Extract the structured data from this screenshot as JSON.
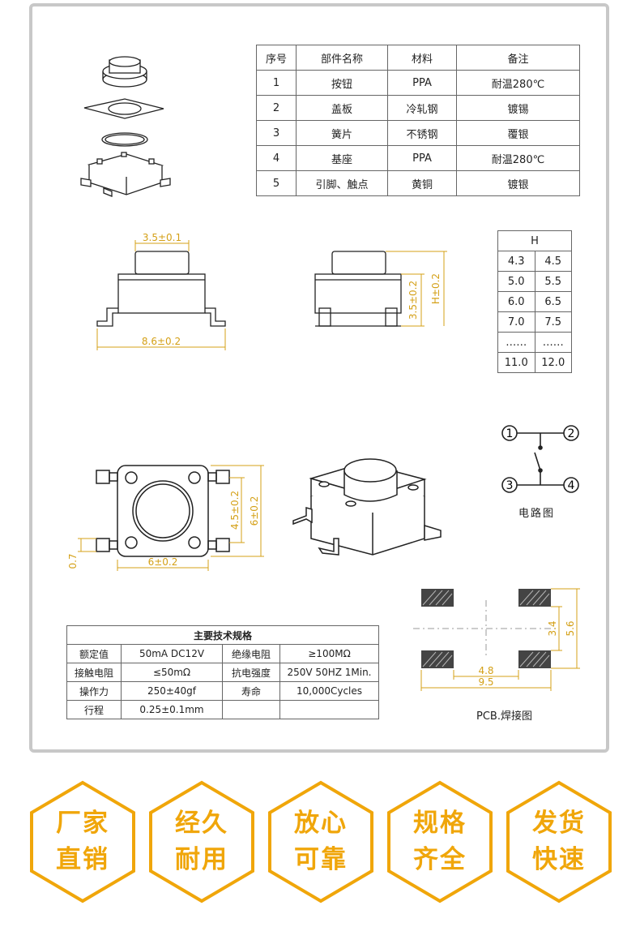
{
  "parts_table": {
    "headers": [
      "序号",
      "部件名称",
      "材料",
      "备注"
    ],
    "rows": [
      [
        "1",
        "按钮",
        "PPA",
        "耐温280℃"
      ],
      [
        "2",
        "盖板",
        "冷轧钢",
        "镀锡"
      ],
      [
        "3",
        "簧片",
        "不锈钢",
        "覆银"
      ],
      [
        "4",
        "基座",
        "PPA",
        "耐温280℃"
      ],
      [
        "5",
        "引脚、触点",
        "黄铜",
        "镀银"
      ]
    ]
  },
  "h_table": {
    "header": "H",
    "rows": [
      [
        "4.3",
        "4.5"
      ],
      [
        "5.0",
        "5.5"
      ],
      [
        "6.0",
        "6.5"
      ],
      [
        "7.0",
        "7.5"
      ],
      [
        "……",
        "……"
      ],
      [
        "11.0",
        "12.0"
      ]
    ]
  },
  "dimensions": {
    "button_width": "3.5±0.1",
    "body_width": "8.6±0.2",
    "base_height": "3.5±0.2",
    "total_height": "H±0.2",
    "inner": "4.5±0.2",
    "outer": "6±0.2",
    "width": "6±0.2",
    "lead": "0.7"
  },
  "circuit": {
    "pins": [
      "1",
      "2",
      "3",
      "4"
    ],
    "label": "电路图"
  },
  "specs_table": {
    "title": "主要技术规格",
    "rows": [
      [
        "额定值",
        "50mA DC12V",
        "绝缘电阻",
        "≥100MΩ"
      ],
      [
        "接触电阻",
        "≤50mΩ",
        "抗电强度",
        "250V 50HZ 1Min."
      ],
      [
        "操作力",
        "250±40gf",
        "寿命",
        "10,000Cycles"
      ],
      [
        "行程",
        "0.25±0.1mm",
        "",
        ""
      ]
    ]
  },
  "pcb": {
    "dim_a": "4.8",
    "dim_b": "9.5",
    "dim_c": "3.4",
    "dim_d": "5.6",
    "label": "PCB.焊接图"
  },
  "badges": [
    {
      "line1": "厂家",
      "line2": "直销"
    },
    {
      "line1": "经久",
      "line2": "耐用"
    },
    {
      "line1": "放心",
      "line2": "可靠"
    },
    {
      "line1": "规格",
      "line2": "齐全"
    },
    {
      "line1": "发货",
      "line2": "快速"
    }
  ],
  "colors": {
    "accent": "#f0a60a",
    "dim": "#d4a017",
    "frame": "#c8c8c8"
  }
}
